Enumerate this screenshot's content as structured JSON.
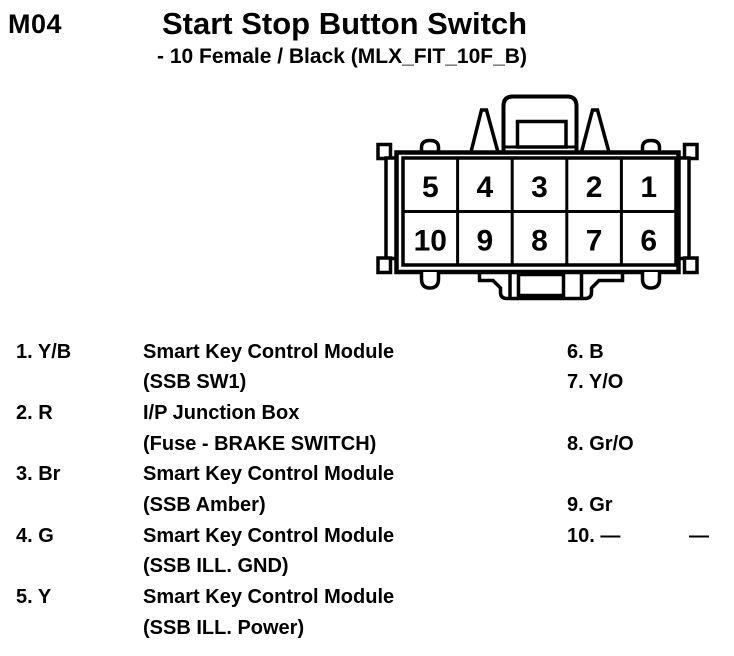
{
  "page": {
    "background": "#ffffff",
    "ink": "#000000"
  },
  "header": {
    "code": "M04",
    "title": "Start Stop Button Switch",
    "subtitle": "- 10 Female / Black (MLX_FIT_10F_B)"
  },
  "connector": {
    "description": "10-pin female connector, front view",
    "top_row": [
      "5",
      "4",
      "3",
      "2",
      "1"
    ],
    "bottom_row": [
      "10",
      "9",
      "8",
      "7",
      "6"
    ]
  },
  "pin_list": {
    "left": [
      {
        "label": "1. Y/B",
        "dest": "Smart Key Control Module",
        "detail": "(SSB SW1)"
      },
      {
        "label": "2. R",
        "dest": "I/P Junction Box",
        "detail": "(Fuse - BRAKE SWITCH)"
      },
      {
        "label": "3. Br",
        "dest": "Smart Key Control Module",
        "detail": "(SSB Amber)"
      },
      {
        "label": "4. G",
        "dest": "Smart Key Control Module",
        "detail": "(SSB ILL. GND)"
      },
      {
        "label": "5. Y",
        "dest": "Smart Key Control Module",
        "detail": "(SSB ILL. Power)"
      }
    ],
    "right": [
      {
        "label": "6. B"
      },
      {
        "label": "7. Y/O"
      },
      {
        "label": "8. Gr/O"
      },
      {
        "label": "9. Gr"
      },
      {
        "label": "10. —",
        "dest": "—"
      }
    ]
  }
}
